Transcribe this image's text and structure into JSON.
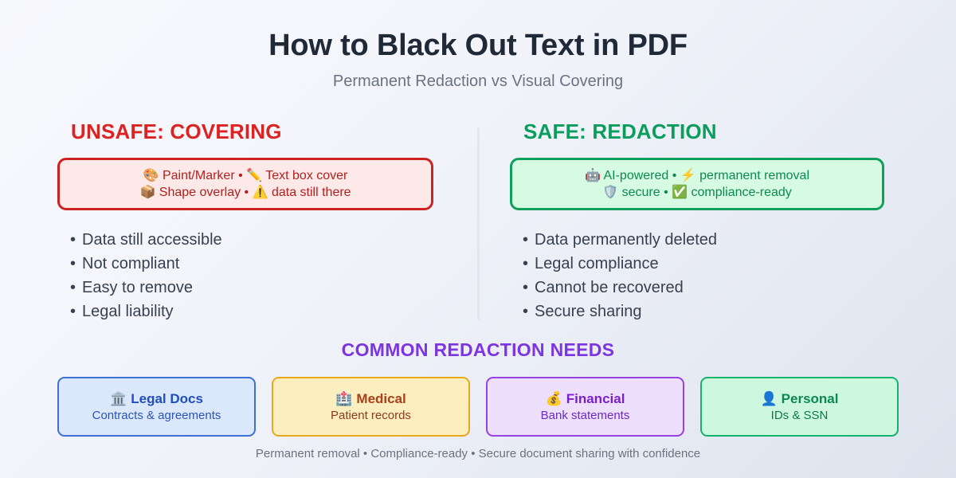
{
  "header": {
    "title": "How to Black Out Text in PDF",
    "subtitle": "Permanent Redaction vs Visual Covering"
  },
  "columns": {
    "unsafe": {
      "heading": "UNSAFE: COVERING",
      "heading_color": "#dd2222",
      "box": {
        "border_color": "#cc2222",
        "fill_color": "#fdeae8",
        "line1": "🎨 Paint/Marker • ✏️ Text box cover",
        "line2": "📦 Shape overlay • ⚠️ data still there"
      },
      "bullets": [
        "Data still accessible",
        "Not compliant",
        "Easy to remove",
        "Legal liability"
      ]
    },
    "safe": {
      "heading": "SAFE: REDACTION",
      "heading_color": "#0a9d5c",
      "box": {
        "border_color": "#10a05c",
        "fill_color": "#d6fbe2",
        "line1": "🤖 AI-powered • ⚡ permanent removal",
        "line2": "🛡️ secure • ✅ compliance-ready"
      },
      "bullets": [
        "Data permanently deleted",
        "Legal compliance",
        "Cannot be recovered",
        "Secure sharing"
      ]
    }
  },
  "needs": {
    "heading": "COMMON REDACTION NEEDS",
    "heading_color": "#7c35e0",
    "cards": [
      {
        "icon": "🏛️",
        "icon_name": "classical-building-icon",
        "title": "Legal Docs",
        "subtitle": "Contracts & agreements",
        "border_color": "#3d6fd4",
        "fill_color": "#dbe7fb",
        "title_color": "#1f4fbf",
        "subtitle_color": "#2b55b8"
      },
      {
        "icon": "🏥",
        "icon_name": "hospital-icon",
        "title": "Medical",
        "subtitle": "Patient records",
        "border_color": "#e8a81c",
        "fill_color": "#fdeec0",
        "title_color": "#a8401a",
        "subtitle_color": "#8e3b1c"
      },
      {
        "icon": "💰",
        "icon_name": "money-bag-icon",
        "title": "Financial",
        "subtitle": "Bank statements",
        "border_color": "#9542e0",
        "fill_color": "#eee0fc",
        "title_color": "#7a1fd0",
        "subtitle_color": "#6a2bc4"
      },
      {
        "icon": "👤",
        "icon_name": "bust-in-silhouette-icon",
        "title": "Personal",
        "subtitle": "IDs & SSN",
        "border_color": "#13b36b",
        "fill_color": "#cdf7de",
        "title_color": "#0a8a50",
        "subtitle_color": "#10794a"
      }
    ]
  },
  "footer": {
    "note": "Permanent removal • Compliance-ready • Secure document sharing with confidence"
  }
}
